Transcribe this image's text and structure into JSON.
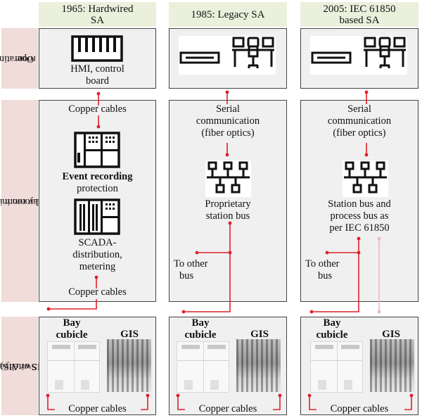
{
  "columns": [
    {
      "header": "1965: Hardwired SA"
    },
    {
      "header": "1985: Legacy SA"
    },
    {
      "header": "2005: IEC 61850 based SA"
    }
  ],
  "rows": [
    {
      "label_line1": "Operating",
      "label_line2": "room"
    },
    {
      "label_line1": "Relay room in GIS",
      "label_line2": "Control room in AIS"
    },
    {
      "label_line1": "Switchyard",
      "label_line2": "(GIS or AIS)"
    }
  ],
  "col1": {
    "operating": {
      "icon": "control-board-icon",
      "label_line1": "HMI, control",
      "label_line2": "board"
    },
    "relay": {
      "top_cable": "Copper cables",
      "device1": {
        "icon": "relay-panel-icon",
        "label_line1": "Event recording",
        "label_line2": "protection"
      },
      "device2": {
        "icon": "scada-panel-icon",
        "label_line1": "SCADA-",
        "label_line2": "distribution,",
        "label_line3": "metering"
      },
      "bottom_cable": "Copper cables"
    },
    "switchyard": {
      "bay_line1": "Bay",
      "bay_line2": "cubicle",
      "gis": "GIS",
      "cable": "Copper cables"
    }
  },
  "col2": {
    "operating": {
      "icons": [
        "server-rack-icon",
        "workstation-icon"
      ]
    },
    "relay": {
      "comm_line1": "Serial",
      "comm_line2": "communication",
      "comm_line3": "(fiber optics)",
      "bus_icon": "network-bus-icon",
      "bus_line1": "Proprietary",
      "bus_line2": "station bus",
      "other_line1": "To other",
      "other_line2": "bus"
    },
    "switchyard": {
      "bay_line1": "Bay",
      "bay_line2": "cubicle",
      "gis": "GIS",
      "cable": "Copper cables"
    }
  },
  "col3": {
    "operating": {
      "icons": [
        "server-rack-icon",
        "workstation-icon"
      ]
    },
    "relay": {
      "comm_line1": "Serial",
      "comm_line2": "communication",
      "comm_line3": "(fiber optics)",
      "bus_icon": "network-bus-icon",
      "bus_line1": "Station bus and",
      "bus_line2": "process bus as",
      "bus_line3": "per IEC 61850",
      "other_line1": "To other",
      "other_line2": "bus"
    },
    "switchyard": {
      "bay_line1": "Bay",
      "bay_line2": "cubicle",
      "gis": "GIS",
      "cable": "Copper cables"
    }
  },
  "colors": {
    "header_bg": "#eaf0dc",
    "row_label_bg": "#f0dcd8",
    "box_bg": "#f0f0f0",
    "connector": "#e0202a",
    "connector_faint": "#f0b8bc"
  }
}
